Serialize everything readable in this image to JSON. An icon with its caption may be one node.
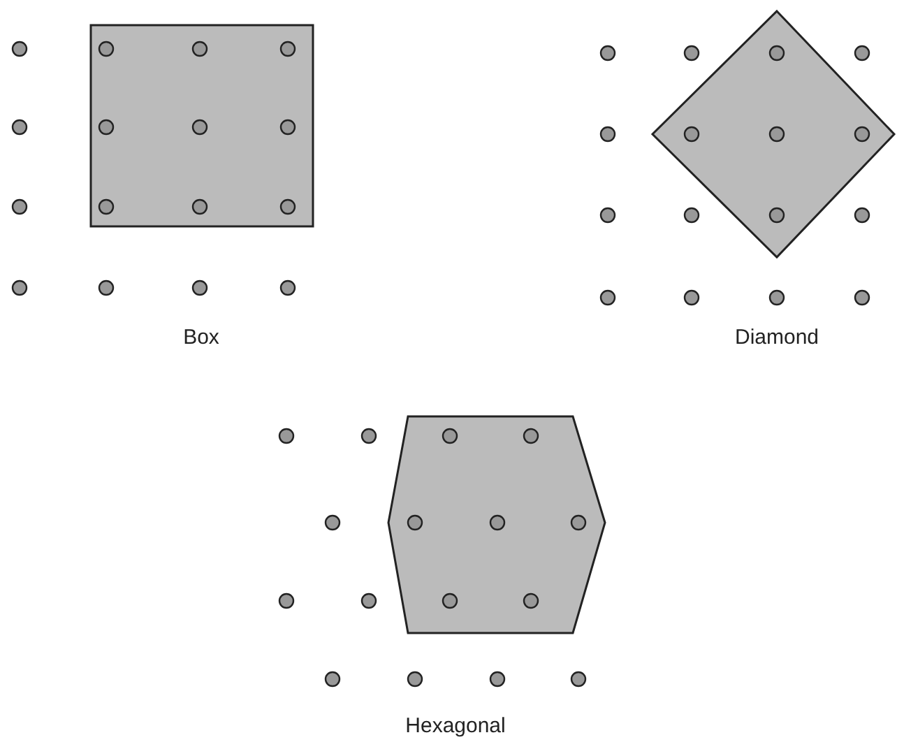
{
  "diagram": {
    "labels": [
      "Box",
      "Diamond",
      "Hexagonal"
    ]
  }
}
